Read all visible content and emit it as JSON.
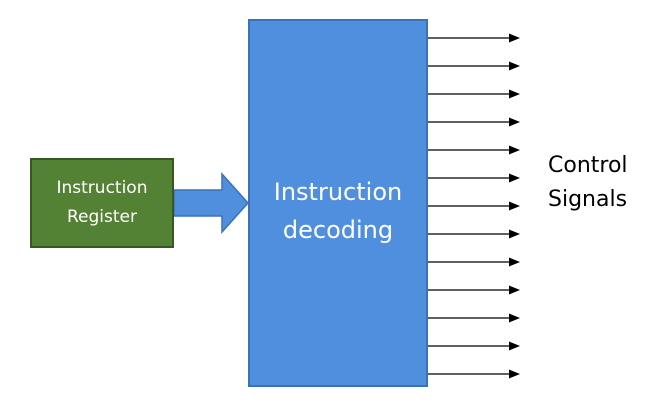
{
  "register": {
    "line1": "Instruction",
    "line2": "Register"
  },
  "decoder": {
    "line1": "Instruction",
    "line2": "decoding"
  },
  "output": {
    "line1": "Control",
    "line2": "Signals",
    "signal_count": 13
  },
  "colors": {
    "register_fill": "#548235",
    "decoder_fill": "#4f8fdd",
    "arrow_fill": "#4f8fdd",
    "signal_line": "#000000"
  }
}
